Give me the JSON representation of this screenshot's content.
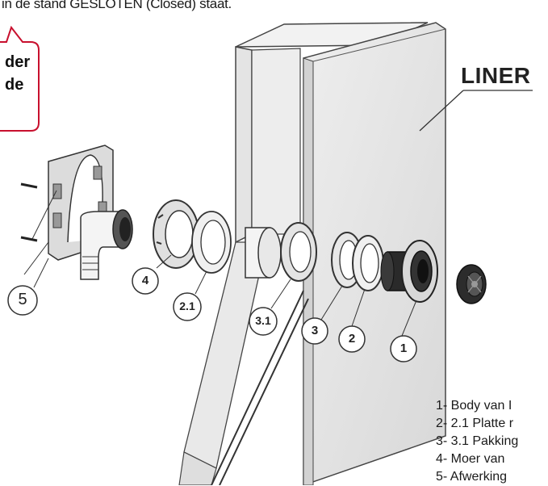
{
  "header_text": "in de stand GESLOTEN (Closed) staat.",
  "note_lines": [
    "der",
    "de"
  ],
  "liner_label": "LINER",
  "callouts": [
    "5",
    "4",
    "2.1",
    "3.1",
    "3",
    "2",
    "1"
  ],
  "legend": [
    "1- Body van I",
    "2- 2.1 Platte r",
    "3- 3.1 Pakking",
    "4- Moer van",
    "5- Afwerking"
  ],
  "colors": {
    "note_border": "#c8102e",
    "line_art": "#333333",
    "panel_fill": "#e6e6e6"
  }
}
